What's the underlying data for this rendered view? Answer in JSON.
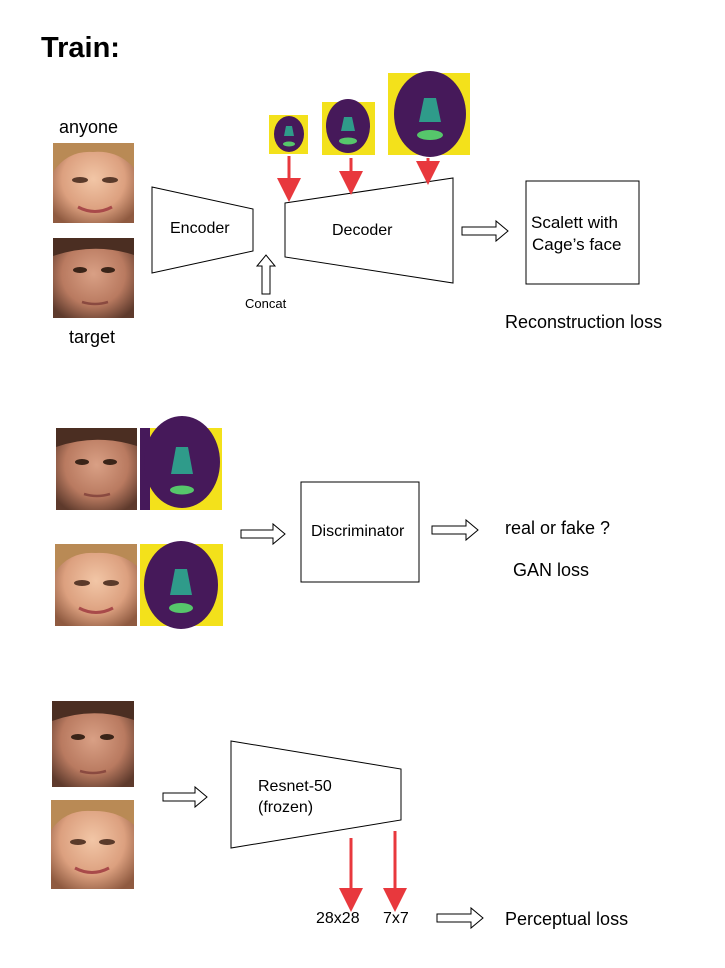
{
  "title": "Train:",
  "section1": {
    "anyone_label": "anyone",
    "target_label": "target",
    "encoder_label": "Encoder",
    "decoder_label": "Decoder",
    "concat_label": "Concat",
    "output_line1": "Scalett with",
    "output_line2": "Cage’s face",
    "loss_label": "Reconstruction loss"
  },
  "section2": {
    "discriminator_label": "Discriminator",
    "result_label": "real or fake ?",
    "loss_label": "GAN loss"
  },
  "section3": {
    "resnet_line1": "Resnet-50",
    "resnet_line2": "(frozen)",
    "feature_28": "28x28",
    "feature_7": "7x7",
    "loss_label": "Perceptual loss"
  },
  "colors": {
    "red_arrow": "#e8383d",
    "mask_background": "#f3e11b",
    "mask_face": "#46195a",
    "mask_nose": "#2f9b8a",
    "mask_lips": "#56c66b",
    "skin_light": "#e9b394",
    "skin_dark": "#c48468"
  }
}
